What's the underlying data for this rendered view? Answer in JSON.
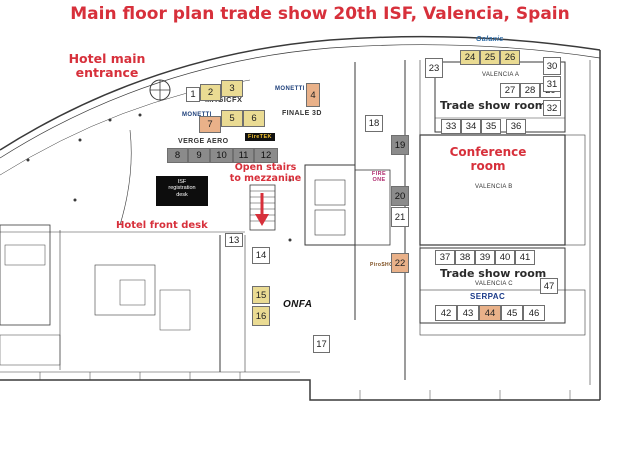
{
  "title": "Main floor plan trade show 20th ISF, Valencia, Spain",
  "labels": {
    "hotel_main_entrance": "Hotel main entrance",
    "hotel_front_desk": "Hotel front desk",
    "open_stairs": "Open stairs to mezzanine",
    "trade_show_room_top": "Trade show room",
    "conference_room": "Conference room",
    "trade_show_room_bottom": "Trade show room"
  },
  "rooms": {
    "valencia_a": "VALENCIA A",
    "valencia_b": "VALENCIA B",
    "valencia_c": "VALENCIA C"
  },
  "registration_desk": {
    "line1": "ISF",
    "line2": "registration",
    "line3": "desk"
  },
  "exhibitor_logos": {
    "magicfx": "MAGICFX",
    "monetti_top": "MONETTI",
    "monetti_left": "MONETTI",
    "finale": "FINALE 3D",
    "verge": "VERGE AERO",
    "fire_tek": "FireTEK",
    "galaxis": "Galaxis",
    "fireone": "FIRE ONE",
    "pirotecnia": "PiroSHOW",
    "onfa": "ONFA",
    "serpac": "SERPAC"
  },
  "booths": [
    {
      "id": "1",
      "color": "white"
    },
    {
      "id": "2",
      "color": "yellow"
    },
    {
      "id": "3",
      "color": "yellow"
    },
    {
      "id": "4",
      "color": "orange"
    },
    {
      "id": "5",
      "color": "yellow"
    },
    {
      "id": "6",
      "color": "yellow"
    },
    {
      "id": "7",
      "color": "orange"
    },
    {
      "id": "8",
      "color": "gray"
    },
    {
      "id": "9",
      "color": "gray"
    },
    {
      "id": "10",
      "color": "gray"
    },
    {
      "id": "11",
      "color": "gray"
    },
    {
      "id": "12",
      "color": "gray"
    },
    {
      "id": "13",
      "color": "white"
    },
    {
      "id": "14",
      "color": "white"
    },
    {
      "id": "15",
      "color": "yellow"
    },
    {
      "id": "16",
      "color": "yellow"
    },
    {
      "id": "17",
      "color": "white"
    },
    {
      "id": "18",
      "color": "white"
    },
    {
      "id": "19",
      "color": "gray"
    },
    {
      "id": "20",
      "color": "gray"
    },
    {
      "id": "21",
      "color": "white"
    },
    {
      "id": "22",
      "color": "orange"
    },
    {
      "id": "23",
      "color": "white"
    },
    {
      "id": "24",
      "color": "yellow"
    },
    {
      "id": "25",
      "color": "yellow"
    },
    {
      "id": "26",
      "color": "yellow"
    },
    {
      "id": "27",
      "color": "white"
    },
    {
      "id": "28",
      "color": "white"
    },
    {
      "id": "29",
      "color": "white"
    },
    {
      "id": "30",
      "color": "white"
    },
    {
      "id": "31",
      "color": "white"
    },
    {
      "id": "32",
      "color": "white"
    },
    {
      "id": "33",
      "color": "white"
    },
    {
      "id": "34",
      "color": "white"
    },
    {
      "id": "35",
      "color": "white"
    },
    {
      "id": "36",
      "color": "white"
    },
    {
      "id": "37",
      "color": "white"
    },
    {
      "id": "38",
      "color": "white"
    },
    {
      "id": "39",
      "color": "white"
    },
    {
      "id": "40",
      "color": "white"
    },
    {
      "id": "41",
      "color": "white"
    },
    {
      "id": "42",
      "color": "white"
    },
    {
      "id": "43",
      "color": "white"
    },
    {
      "id": "44",
      "color": "orange"
    },
    {
      "id": "45",
      "color": "white"
    },
    {
      "id": "46",
      "color": "white"
    },
    {
      "id": "47",
      "color": "white"
    }
  ],
  "colors": {
    "heading": "#d7303b",
    "booth_yellow": "#eadb93",
    "booth_orange": "#e9b189",
    "booth_gray": "#8b8b8b",
    "arrow": "#d7303b"
  }
}
